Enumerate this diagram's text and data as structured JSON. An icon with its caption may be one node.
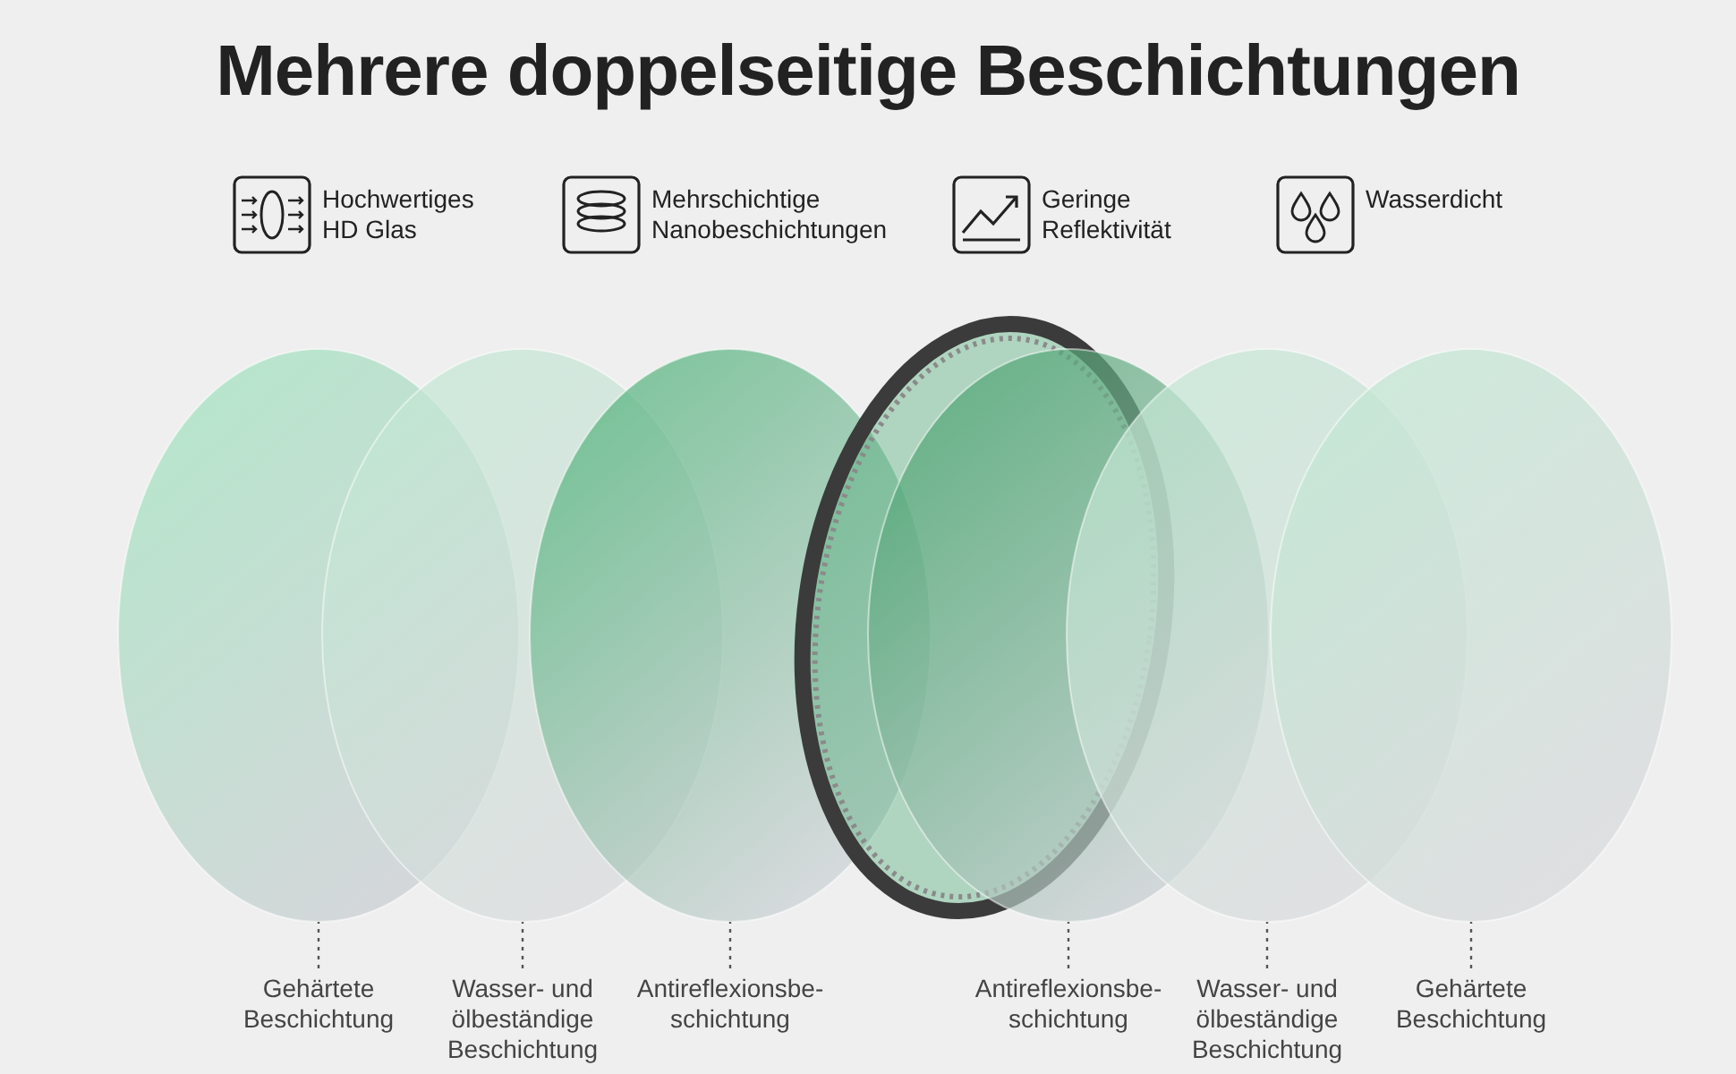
{
  "diagram": {
    "title": "Mehrere doppelseitige Beschichtungen",
    "nodes": [
      {
        "text": [],
        "shape": "circle"
      },
      {
        "text": [],
        "shape": "circle"
      },
      {
        "text": [],
        "shape": "circle"
      },
      {
        "text": [],
        "shape": "circle"
      },
      {
        "text": [],
        "shape": "circle"
      },
      {
        "text": [],
        "shape": "circle"
      },
      {
        "text": [
          "Gehärtete Beschichtung"
        ]
      },
      {
        "text": [
          "Wasser- und ölbeständige Beschichtung"
        ]
      },
      {
        "text": [
          "Antireflexionsbe- schichtung"
        ]
      },
      {
        "text": [
          "Antireflexionsbe- schichtung"
        ]
      },
      {
        "text": [
          "Wasser- und ölbeständige Beschichtung"
        ]
      },
      {
        "text": [
          "Gehärtete Beschichtung"
        ]
      }
    ],
    "edges": [
      {
        "from": 6,
        "to": 0,
        "arrow": "none",
        "style": "dashed"
      },
      {
        "from": 7,
        "to": 1,
        "arrow": "none",
        "style": "dashed"
      },
      {
        "from": 8,
        "to": 2,
        "arrow": "none",
        "style": "dashed"
      },
      {
        "from": 9,
        "to": 3,
        "arrow": "none",
        "style": "dashed"
      },
      {
        "from": 10,
        "to": 4,
        "arrow": "none",
        "style": "dashed"
      },
      {
        "from": 11,
        "to": 5,
        "arrow": "none",
        "style": "dashed"
      }
    ],
    "labels": [
      "Hochwertiges HD Glas",
      "Mehrschichtige Nanobeschichtungen",
      "Geringe Reflektivität",
      "Wasserdicht"
    ]
  }
}
